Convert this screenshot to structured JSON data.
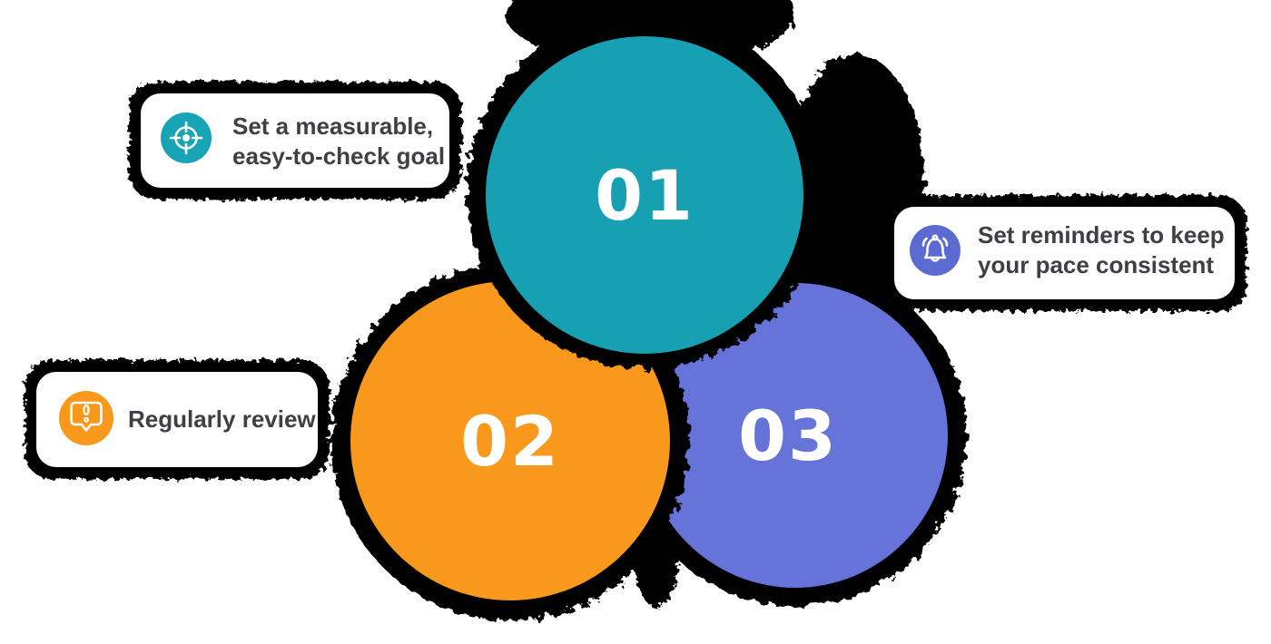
{
  "diagram": {
    "title_hint": "three-step goal infographic",
    "background_color": "#ffffff",
    "shadow_color": "#000000",
    "number_text_color": "#ffffff",
    "card_text_color": "#3e4045",
    "card_background": "#ffffff",
    "steps": [
      {
        "number": "01",
        "circle_color": "#16a0b2",
        "icon": "target-icon",
        "icon_bg": "#17a5b6",
        "label_line1": "Set a measurable,",
        "label_line2": "easy-to-check goal"
      },
      {
        "number": "02",
        "circle_color": "#f8981d",
        "icon": "alert-bubble-icon",
        "icon_bg": "#f8991b",
        "label_line1": "Regularly review",
        "label_line2": ""
      },
      {
        "number": "03",
        "circle_color": "#6673d8",
        "icon": "bell-icon",
        "icon_bg": "#5c6bd2",
        "label_line1": "Set reminders to keep",
        "label_line2": "your pace consistent"
      }
    ]
  }
}
